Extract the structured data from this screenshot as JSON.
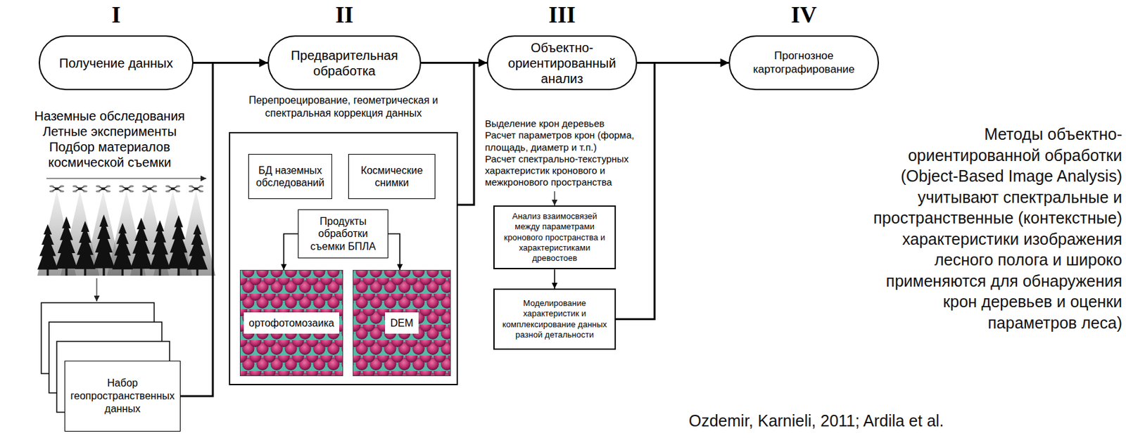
{
  "diagram": {
    "nodes": [
      {
        "text": [
          "I",
          "Получение данных"
        ]
      },
      {
        "text": [
          "Набор геопространственных данных"
        ]
      },
      {
        "text": [
          "II",
          "Предварительная обработка"
        ]
      },
      {
        "text": []
      },
      {
        "text": [
          "БД наземных обследований"
        ],
        "in": 3
      },
      {
        "text": [
          "Космические снимки"
        ],
        "in": 3
      },
      {
        "text": [
          "Продукты обработки съемки БПЛА"
        ],
        "in": 3
      },
      {
        "text": [
          "ортофотомозаика"
        ],
        "in": 3
      },
      {
        "text": [
          "DEM"
        ],
        "in": 3
      },
      {
        "text": [
          "III",
          "Объектно-ориентированный анализ"
        ]
      },
      {
        "text": [
          "Анализ взаимосвязей между параметрами кронового пространства и характеристиками древостоев"
        ]
      },
      {
        "text": [
          "Моделирование характеристик и комплексирование данных разной детальности"
        ]
      },
      {
        "text": [
          "IV",
          "Прогнозное картографирование"
        ]
      }
    ],
    "edges": [
      {
        "from": 0,
        "to": 2,
        "arrow": "to"
      },
      {
        "from": 1,
        "to": 2,
        "arrow": "to"
      },
      {
        "from": 2,
        "to": 9,
        "arrow": "to"
      },
      {
        "from": 3,
        "to": 9,
        "arrow": "to"
      },
      {
        "from": 6,
        "to": 7,
        "arrow": "to"
      },
      {
        "from": 6,
        "to": 8,
        "arrow": "to"
      },
      {
        "from": 9,
        "to": 12,
        "arrow": "to"
      },
      {
        "from": 10,
        "to": 11,
        "arrow": "to"
      },
      {
        "from": 11,
        "to": 12,
        "arrow": "to"
      }
    ],
    "labels": [
      "Наземные обследования",
      "Летные эксперименты",
      "Подбор материалов космической съемки",
      "Перепроецирование, геометрическая и спектральная коррекция данных",
      "Выделение крон деревьев",
      "Расчет параметров крон (форма, площадь, диаметр и т.п.)",
      "Расчет спектрально-текстурных характеристик кронового и межкронового пространства",
      "Методы объектно-ориентированной обработки (Object-Based Image Analysis) учитывают спектральные и пространственные (контекстные) характеристики изображения лесного полога и широко применяются для обнаружения крон деревьев и оценки параметров леса)",
      "Ozdemir, Karnieli, 2011; Ardila et al."
    ]
  }
}
